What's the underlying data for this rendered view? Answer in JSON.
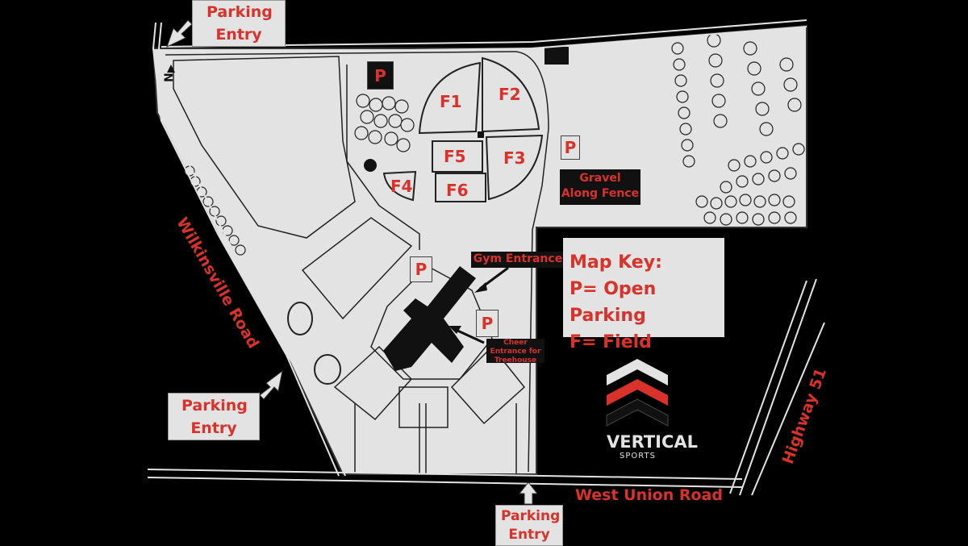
{
  "map": {
    "parking_entry_labels": [
      "Parking Entry",
      "Parking Entry",
      "Parking Entry"
    ],
    "north_indicator": "N",
    "parking_marker": "P",
    "fields": [
      "F1",
      "F2",
      "F3",
      "F4",
      "F5",
      "F6"
    ],
    "gravel_note": "Gravel Along Fence",
    "gym_entrance": "Gym Entrance",
    "cheer_entrance": "Cheer Entrance for Treehouse",
    "roads": {
      "west": "Wilkinsville Road",
      "south": "West Union Road",
      "east": "Highway 51"
    }
  },
  "key": {
    "title": "Map Key:",
    "p_line": "P= Open Parking",
    "f_line": "F= Field"
  },
  "brand": {
    "name": "VERTICAL",
    "sub": "SPORTS"
  },
  "colors": {
    "background": "#000000",
    "ground": "#e3e3e3",
    "accent_red": "#d9322b",
    "building": "#111111"
  }
}
